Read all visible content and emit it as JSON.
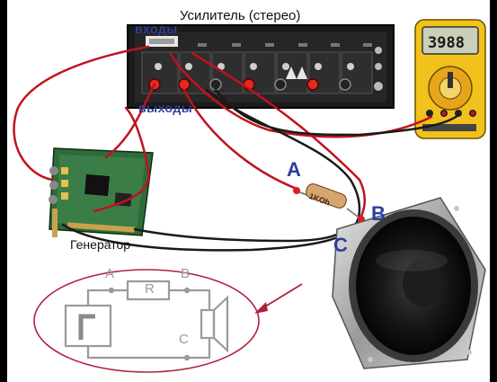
{
  "diagram": {
    "title": "Усилитель (стерео)",
    "inputs_label": "входы",
    "outputs_label": "выходы",
    "generator_label": "Генератор",
    "points": {
      "a": "A",
      "b": "B",
      "c": "C"
    },
    "multimeter_reading": "3988",
    "resistor_marking": "1KOh",
    "schematic": {
      "a": "A",
      "b": "B",
      "c": "C",
      "r": "R"
    }
  },
  "colors": {
    "point_label": "#2a3f9e",
    "wire_red": "#c1121f",
    "wire_black": "#1a1a1a",
    "ellipse": "#b0203a",
    "schematic_gray": "#9a9a9a"
  }
}
